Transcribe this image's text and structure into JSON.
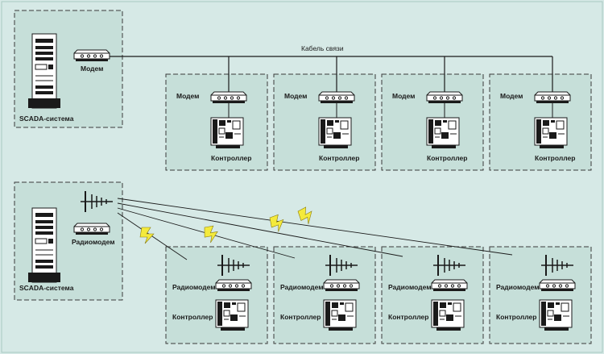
{
  "colors": {
    "background": "#d6e9e6",
    "zone_fill": "#c6dfd9",
    "lightning": "#f4ea3c",
    "device_body": "#ffffff",
    "outline": "#1a1a1a"
  },
  "wired_system": {
    "cable_label": "Кабель связи",
    "scada": {
      "icon": "server-tower-icon",
      "label": "SCADA-система",
      "modem_label": "Модем"
    },
    "sites": [
      {
        "modem_label": "Модем",
        "controller_label": "Контроллер"
      },
      {
        "modem_label": "Модем",
        "controller_label": "Контроллер"
      },
      {
        "modem_label": "Модем",
        "controller_label": "Контроллер"
      },
      {
        "modem_label": "Модем",
        "controller_label": "Контроллер"
      }
    ]
  },
  "radio_system": {
    "scada": {
      "icon": "server-tower-icon",
      "label": "SCADA-система",
      "radiomodem_label": "Радиомодем"
    },
    "link_icon": "lightning-bolt-icon",
    "sites": [
      {
        "radiomodem_label": "Радиомодем",
        "controller_label": "Контроллер"
      },
      {
        "radiomodem_label": "Радиомодем",
        "controller_label": "Контроллер"
      },
      {
        "radiomodem_label": "Радиомодем",
        "controller_label": "Контроллер"
      },
      {
        "radiomodem_label": "Радиомодем",
        "controller_label": "Контроллер"
      }
    ]
  }
}
